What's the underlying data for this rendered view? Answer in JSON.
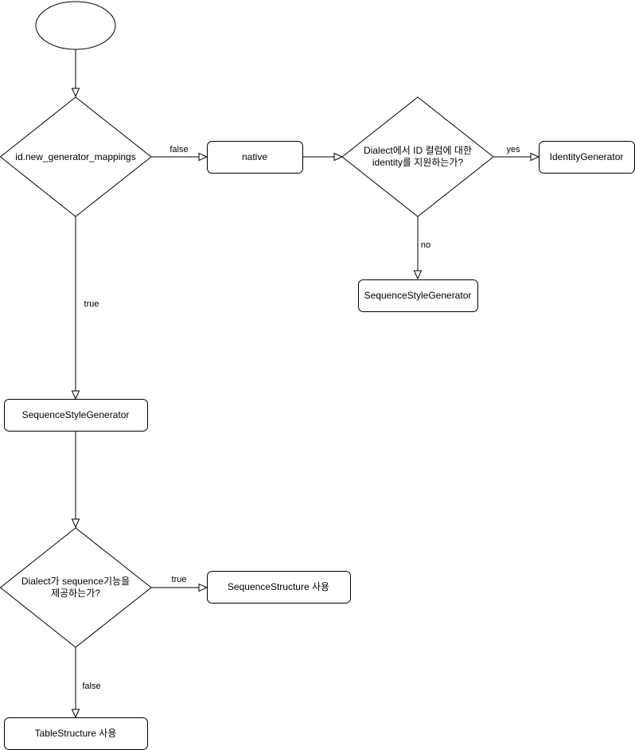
{
  "diagram": {
    "nodes": {
      "start": {
        "label": ""
      },
      "decision_mappings": {
        "label": "id.new_generator_mappings"
      },
      "native": {
        "label": "native"
      },
      "decision_identity": {
        "line1": "Dialect에서 ID 컬럼에 대한",
        "line2": "identity를 지원하는가?"
      },
      "identity_generator": {
        "label": "IdentityGenerator"
      },
      "sequence_style_generator_right": {
        "label": "SequenceStyleGenerator"
      },
      "sequence_style_generator_main": {
        "label": "SequenceStyleGenerator"
      },
      "decision_sequence": {
        "line1": "Dialect가 sequence기능을",
        "line2": "제공하는가?"
      },
      "sequence_structure": {
        "label": "SequenceStructure 사용"
      },
      "table_structure": {
        "label": "TableStructure 사용"
      }
    },
    "edges": {
      "mappings_false": "false",
      "mappings_true": "true",
      "identity_yes": "yes",
      "identity_no": "no",
      "sequence_true": "true",
      "sequence_false": "false"
    }
  }
}
